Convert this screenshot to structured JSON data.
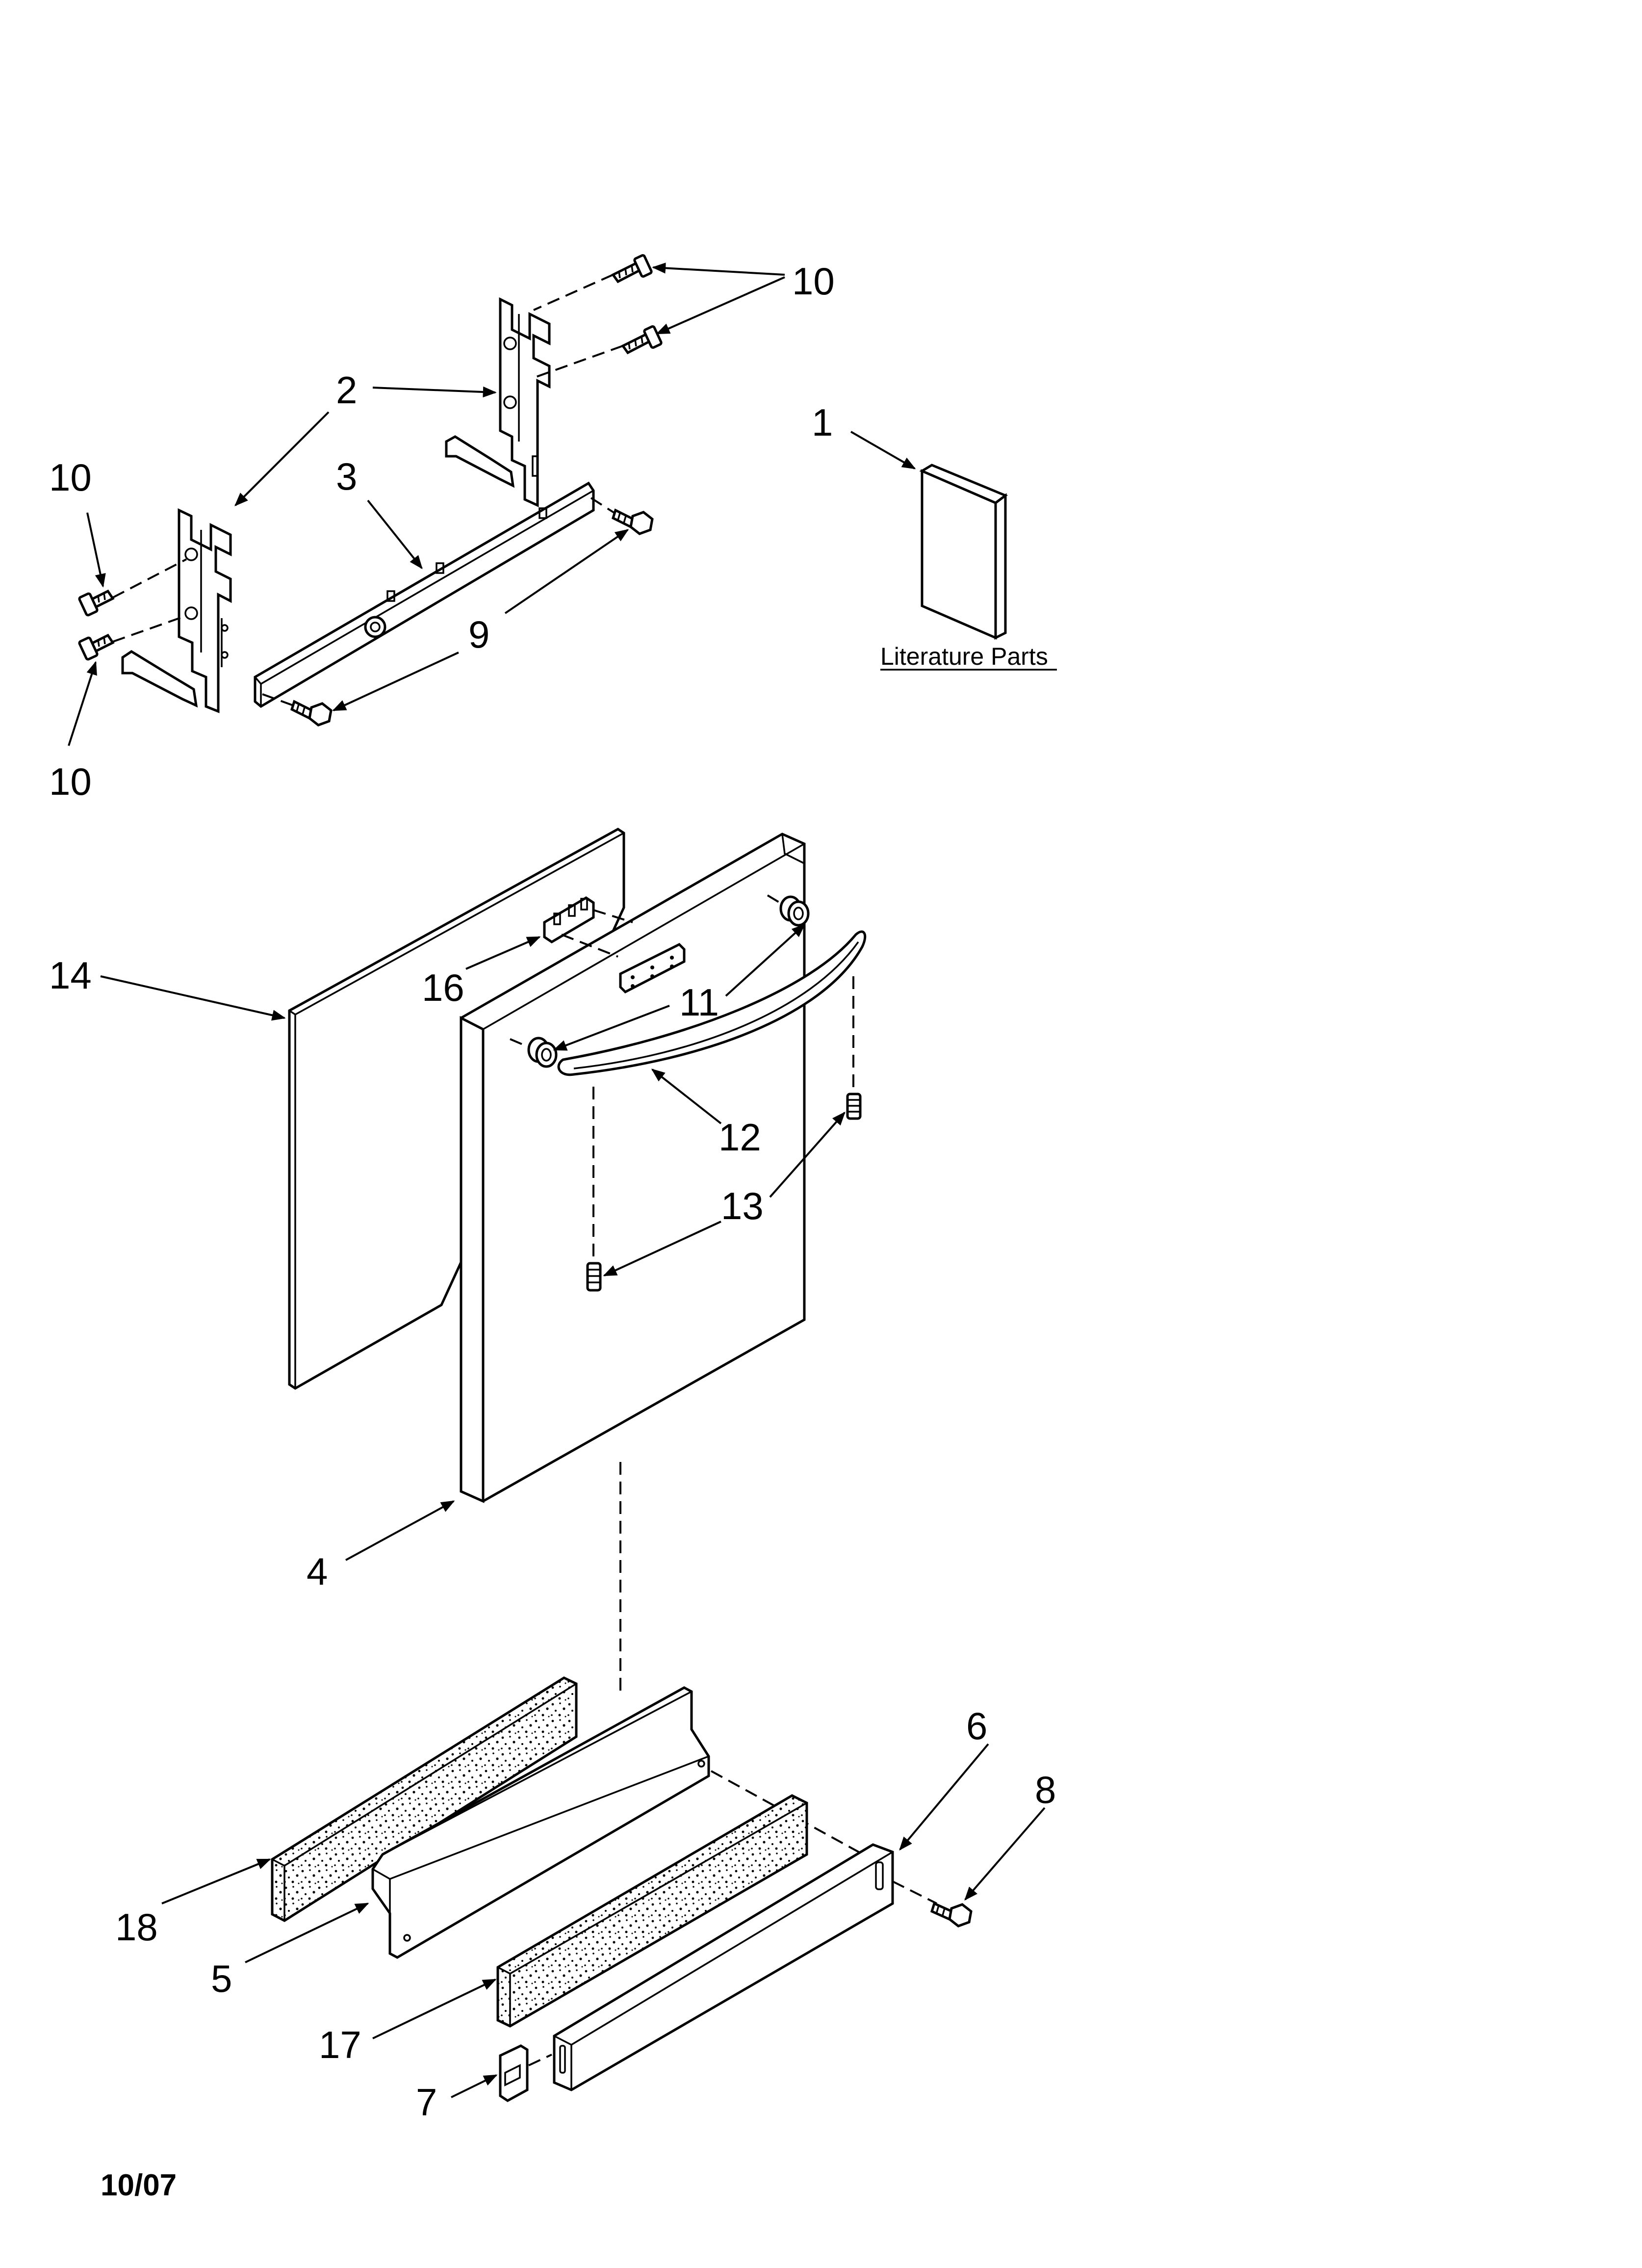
{
  "callouts": {
    "c1": "1",
    "c2": "2",
    "c3": "3",
    "c4": "4",
    "c5": "5",
    "c6": "6",
    "c7": "7",
    "c8": "8",
    "c9": "9",
    "c10a": "10",
    "c10b": "10",
    "c10c": "10",
    "c11": "11",
    "c12": "12",
    "c13": "13",
    "c14": "14",
    "c16": "16",
    "c17": "17",
    "c18": "18"
  },
  "literature_label": "Literature Parts",
  "date_code": "10/07"
}
